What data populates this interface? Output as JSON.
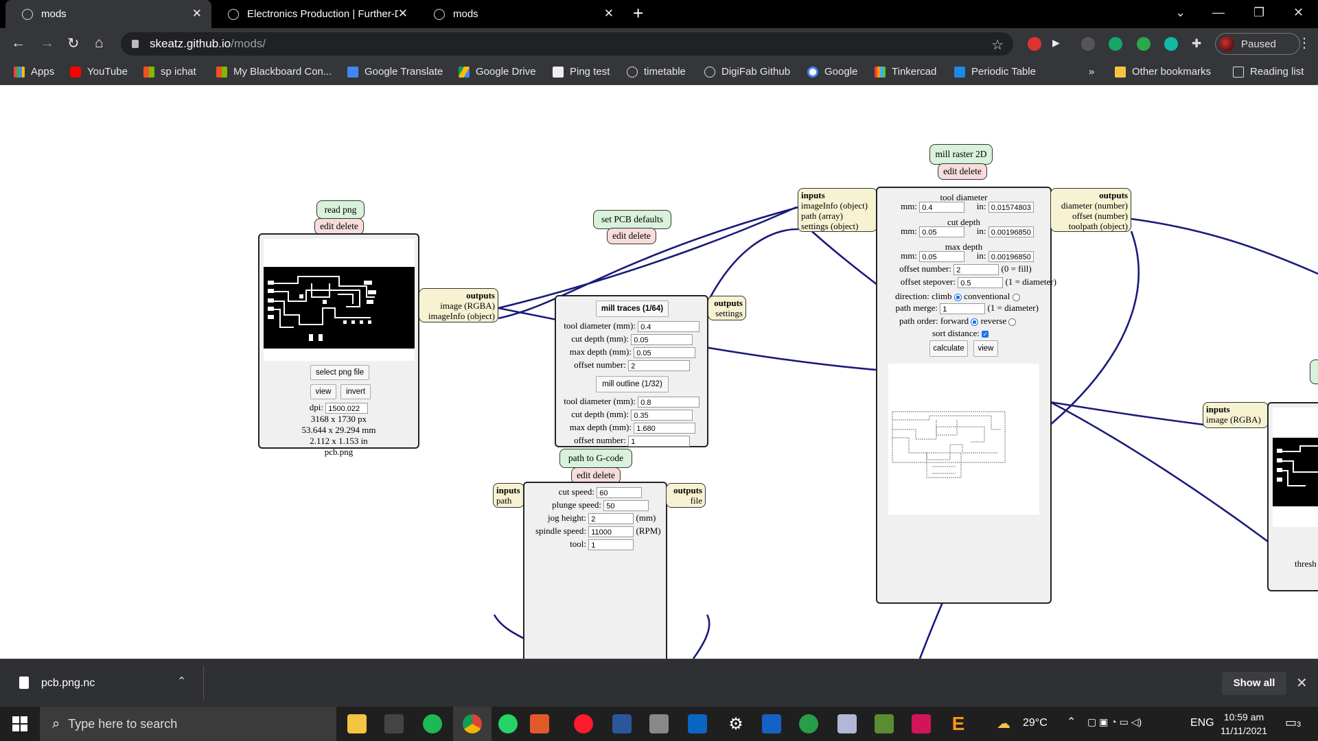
{
  "tabs": [
    {
      "title": "mods",
      "active": true
    },
    {
      "title": "Electronics Production | Further-D",
      "active": false
    },
    {
      "title": "mods",
      "active": false
    }
  ],
  "address": {
    "host": "skeatz.github.io",
    "path": "/mods/"
  },
  "profile": {
    "label": "Paused"
  },
  "bookmarks": [
    "Apps",
    "YouTube",
    "sp ichat",
    "My Blackboard Con...",
    "Google Translate",
    "Google Drive",
    "Ping test",
    "timetable",
    "DigiFab Github",
    "Google",
    "Tinkercad",
    "Periodic Table"
  ],
  "bookmarks_more": "»",
  "other_bookmarks": "Other bookmarks",
  "reading_list": "Reading list",
  "modules": {
    "read_png": {
      "title": "read png",
      "edit": "edit delete",
      "outputs_label": "outputs",
      "outputs": [
        "image (RGBA)",
        "imageInfo (object)"
      ],
      "select_btn": "select png file",
      "view_btn": "view",
      "invert_btn": "invert",
      "dpi_label": "dpi:",
      "dpi": "1500.022",
      "px": "3168 x 1730 px",
      "mm": "53.644 x 29.294 mm",
      "inch": "2.112 x 1.153 in",
      "file": "pcb.png"
    },
    "pcb": {
      "title": "set PCB defaults",
      "edit": "edit delete",
      "outputs_label": "outputs",
      "outputs": [
        "settings"
      ],
      "traces_btn": "mill traces (1/64)",
      "outline_btn": "mill outline (1/32)",
      "traces": {
        "tool_label": "tool diameter (mm):",
        "tool": "0.4",
        "cut_label": "cut depth (mm):",
        "cut": "0.05",
        "max_label": "max depth (mm):",
        "max": "0.05",
        "offset_label": "offset number:",
        "offset": "2"
      },
      "outline": {
        "tool_label": "tool diameter (mm):",
        "tool": "0.8",
        "cut_label": "cut depth (mm):",
        "cut": "0.35",
        "max_label": "max depth (mm):",
        "max": "1.680",
        "offset_label": "offset number:",
        "offset": "1"
      }
    },
    "mill": {
      "title": "mill raster 2D",
      "edit": "edit delete",
      "inputs_label": "inputs",
      "inputs": [
        "imageInfo (object)",
        "path (array)",
        "settings (object)"
      ],
      "outputs_label": "outputs",
      "outputs": [
        "diameter (number)",
        "offset (number)",
        "toolpath (object)"
      ],
      "tool_diameter": "tool diameter",
      "cut_depth": "cut depth",
      "max_depth": "max depth",
      "mm_label": "mm:",
      "in_label": "in:",
      "tool_mm": "0.4",
      "tool_in": "0.01574803",
      "cut_mm": "0.05",
      "cut_in": "0.00196850",
      "max_mm": "0.05",
      "max_in": "0.00196850",
      "offset_number_label": "offset number:",
      "offset_number": "2",
      "offset_number_hint": "(0 = fill)",
      "stepover_label": "offset stepover:",
      "stepover": "0.5",
      "stepover_hint": "(1 = diameter)",
      "direction_label": "direction: climb",
      "direction_alt": "conventional",
      "merge_label": "path merge:",
      "merge": "1",
      "merge_hint": "(1 = diameter)",
      "order_label": "path order: forward",
      "order_alt": "reverse",
      "sort_label": "sort distance:",
      "calculate_btn": "calculate",
      "view_btn": "view"
    },
    "gcode": {
      "title": "path to G-code",
      "edit": "edit delete",
      "inputs_label": "inputs",
      "inputs": [
        "path"
      ],
      "outputs_label": "outputs",
      "outputs": [
        "file"
      ],
      "cut_label": "cut speed:",
      "cut": "60",
      "plunge_label": "plunge speed:",
      "plunge": "50",
      "jog_label": "jog height:",
      "jog": "2",
      "jog_unit": "(mm)",
      "spindle_label": "spindle speed:",
      "spindle": "11000",
      "spindle_unit": "(RPM)",
      "tool_label": "tool:",
      "tool": "1"
    },
    "threshold": {
      "inputs_label": "inputs",
      "inputs": [
        "image (RGBA)"
      ],
      "label": "thresh"
    }
  },
  "download": {
    "file": "pcb.png.nc",
    "show_all": "Show all"
  },
  "taskbar": {
    "search_placeholder": "Type here to search",
    "temp": "29°C",
    "lang": "ENG",
    "time": "10:59 am",
    "date": "11/11/2021",
    "notifications": "3"
  }
}
